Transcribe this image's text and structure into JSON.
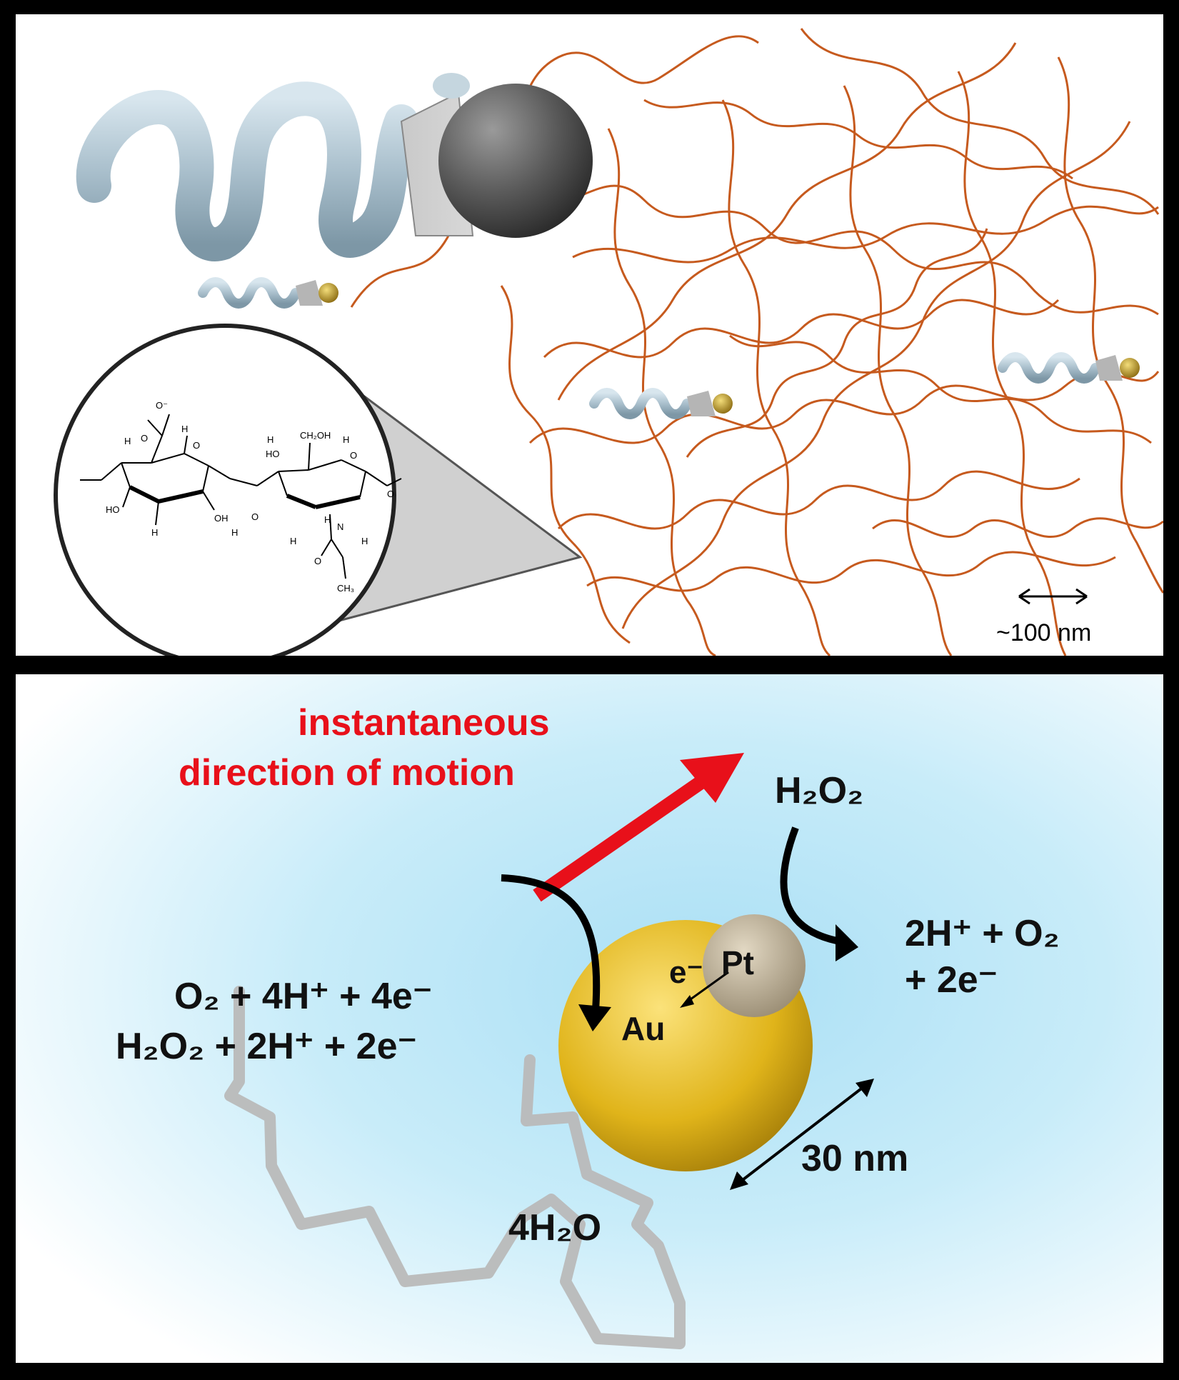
{
  "top_panel": {
    "scale_bar_label": "~100 nm",
    "structure": {
      "atoms": {
        "o_minus": "O⁻",
        "h": "H",
        "ch2oh": "CH₂OH",
        "ho": "HO",
        "oh": "OH",
        "o": "O",
        "n": "N",
        "ch3": "CH₃"
      }
    }
  },
  "bottom_panel": {
    "motion_label_line1": "instantaneous",
    "motion_label_line2": "direction of motion",
    "h2o2_top": "H₂O₂",
    "right_products_line1": "2H⁺ + O₂",
    "right_products_line2": "+ 2e⁻",
    "left_reaction_line1": "O₂ + 4H⁺ + 4e⁻",
    "left_reaction_line2": "H₂O₂ + 2H⁺ + 2e⁻",
    "water_label": "4H₂O",
    "electron_label": "e⁻",
    "pt_label": "Pt",
    "au_label": "Au",
    "scale_label": "30 nm"
  },
  "colors": {
    "fiber": "#c65a1e",
    "helix": "#a9bfcc",
    "sphere": "#5d5d5d",
    "gold": "#e0b41a",
    "platinum": "#b8ab94",
    "arrow_red": "#e8101a",
    "background_blue": "#bfe7f7"
  }
}
